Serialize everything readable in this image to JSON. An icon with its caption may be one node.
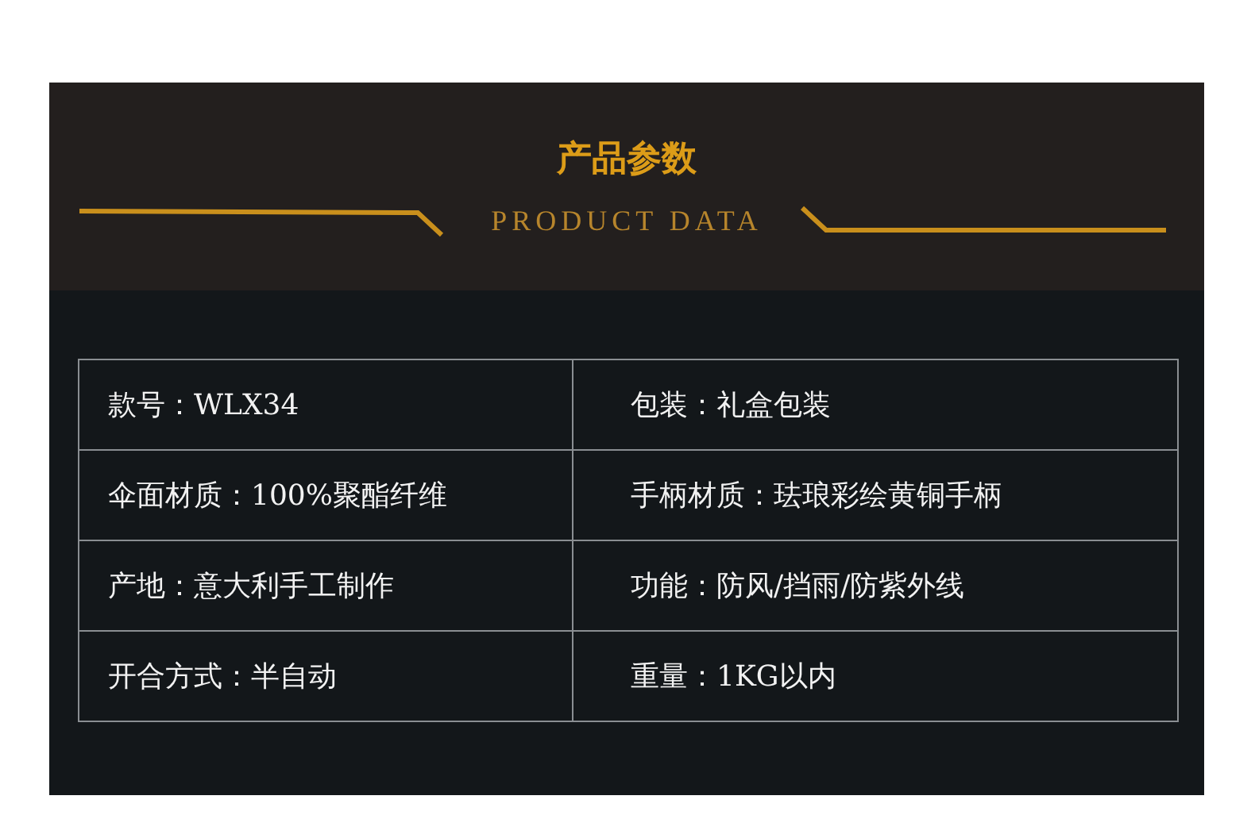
{
  "diagram": {
    "title": "产品参数",
    "labels": [
      "PRODUCT DATA",
      "款号：WLX34",
      "包装：礼盒包装",
      "伞面材质：100%聚酯纤维",
      "手柄材质：珐琅彩绘黄铜手柄",
      "产地：意大利手工制作",
      "功能：防风/挡雨/防紫外线",
      "开合方式：半自动",
      "重量：1KG以内"
    ]
  }
}
